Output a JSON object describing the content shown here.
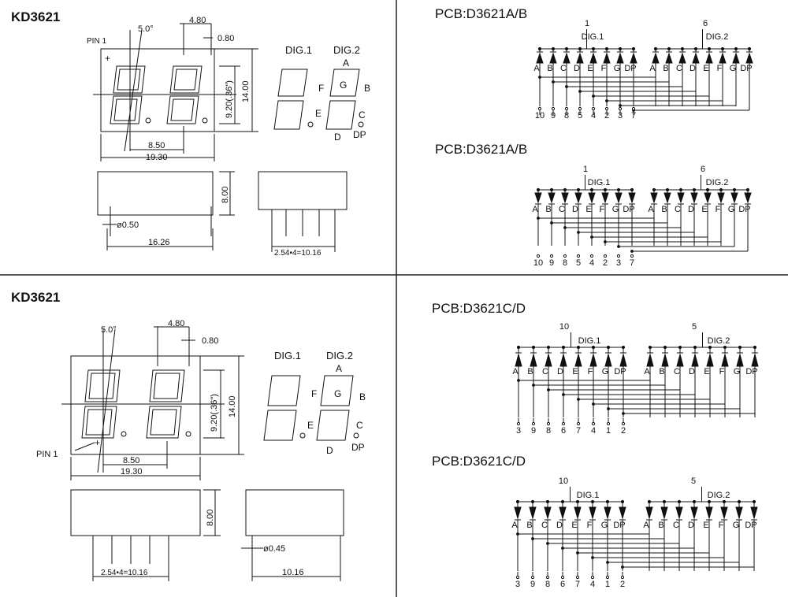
{
  "titles": {
    "top": "KD3621",
    "bottom": "KD3621"
  },
  "pcb_labels": [
    "PCB:D3621A/B",
    "PCB:D3621A/B",
    "PCB:D3621C/D",
    "PCB:D3621C/D"
  ],
  "dims": {
    "top": {
      "angle": "5.0°",
      "seg_pitch": "4.80",
      "dp_size": "0.80",
      "height_in": "9.20(.36\")",
      "height": "14.00",
      "digit_pitch": "8.50",
      "width": "19.30",
      "side_h": "8.00",
      "pin_dia": "ø0.50",
      "body_w": "16.26",
      "pin_span": "2.54•4=10.16",
      "pin1": "PIN 1"
    },
    "bottom": {
      "angle": "5.0°",
      "seg_pitch": "4.80",
      "dp_size": "0.80",
      "height_in": "9.20(.36\")",
      "height": "14.00",
      "digit_pitch": "8.50",
      "width": "19.30",
      "side_h": "8.00",
      "pin_dia": "ø0.45",
      "body_w": "10.16",
      "pin_span": "2.54•4=10.16",
      "pin1": "PIN 1"
    }
  },
  "seg_labels": {
    "dig1": "DIG.1",
    "dig2": "DIG.2",
    "a": "A",
    "b": "B",
    "c": "C",
    "d": "D",
    "e": "E",
    "f": "F",
    "g": "G",
    "dp": "DP"
  },
  "schematics": [
    {
      "common_left": "1",
      "common_right": "6",
      "dig1": "DIG.1",
      "dig2": "DIG.2",
      "segments": [
        "A",
        "B",
        "C",
        "D",
        "E",
        "F",
        "G",
        "DP"
      ],
      "pins": [
        "10",
        "9",
        "8",
        "5",
        "4",
        "2",
        "3",
        "7"
      ]
    },
    {
      "common_left": "1",
      "common_right": "6",
      "dig1": "DIG.1",
      "dig2": "DIG.2",
      "segments": [
        "A",
        "B",
        "C",
        "D",
        "E",
        "F",
        "G",
        "DP"
      ],
      "pins": [
        "10",
        "9",
        "8",
        "5",
        "4",
        "2",
        "3",
        "7"
      ]
    },
    {
      "common_left": "10",
      "common_right": "5",
      "dig1": "DIG.1",
      "dig2": "DIG.2",
      "segments": [
        "A",
        "B",
        "C",
        "D",
        "E",
        "F",
        "G",
        "DP"
      ],
      "pins": [
        "3",
        "9",
        "8",
        "6",
        "7",
        "4",
        "1",
        "2"
      ]
    },
    {
      "common_left": "10",
      "common_right": "5",
      "dig1": "DIG.1",
      "dig2": "DIG.2",
      "segments": [
        "A",
        "B",
        "C",
        "D",
        "E",
        "F",
        "G",
        "DP"
      ],
      "pins": [
        "3",
        "9",
        "8",
        "6",
        "7",
        "4",
        "1",
        "2"
      ]
    }
  ]
}
